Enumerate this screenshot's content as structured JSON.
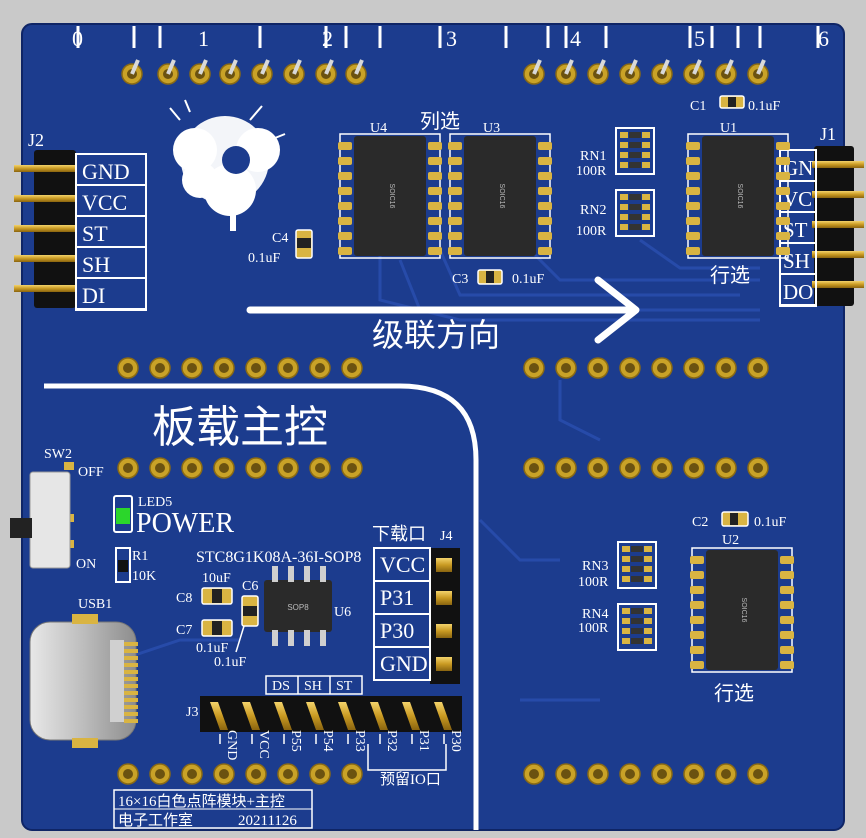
{
  "board": {
    "pcb_color": "#1b3a8c",
    "silk_color": "#ffffff",
    "pad_color": "#c9a227",
    "column_numbers": [
      "0",
      "1",
      "2",
      "3",
      "4",
      "5",
      "6"
    ],
    "headers": {
      "left_pins": [
        "GND",
        "VCC",
        "ST",
        "SH",
        "DI"
      ],
      "left_ref": "J2",
      "right_pins": [
        "GN",
        "VC",
        "ST",
        "SH",
        "DO"
      ],
      "right_ref": "J1",
      "j4_pins": [
        "VCC",
        "P31",
        "P30",
        "GND"
      ],
      "j4_ref": "J4",
      "j4_title": "下载口",
      "j3_ref": "J3",
      "j3_labels": [
        "GND",
        "VCC",
        "P55",
        "P54",
        "P33",
        "P32",
        "P31",
        "P30"
      ],
      "j3_top_labels": [
        "DS",
        "SH",
        "ST"
      ],
      "j3_reserved": "预留IO口"
    },
    "ics": {
      "u4": "U4",
      "u3": "U3",
      "u1": "U1",
      "u2": "U2",
      "u6": "U6",
      "soic": "SOIC16",
      "sop": "SOP8",
      "col_select": "列选",
      "row_select_1": "行选",
      "row_select_2": "行选",
      "mcu": "STC8G1K08A-36I-SOP8"
    },
    "passives": {
      "c1": "C1",
      "c1_val": "0.1uF",
      "c2": "C2",
      "c2_val": "0.1uF",
      "c3": "C3",
      "c3_val": "0.1uF",
      "c4": "C4",
      "c4_val": "0.1uF",
      "c6": "C6",
      "c6_val": "0.1uF",
      "c7": "C7",
      "c7_val": "0.1uF",
      "c8": "C8",
      "c8_val": "10uF",
      "rn1": "RN1",
      "rn1_val": "100R",
      "rn2": "RN2",
      "rn2_val": "100R",
      "rn3": "RN3",
      "rn3_val": "100R",
      "rn4": "RN4",
      "rn4_val": "100R",
      "r1": "R1",
      "r1_val": "10K"
    },
    "misc": {
      "cascade_text": "级联方向",
      "onboard_text": "板载主控",
      "sw_ref": "SW2",
      "sw_off": "OFF",
      "sw_on": "ON",
      "led_ref": "LED5",
      "led_label": "POWER",
      "usb_ref": "USB1",
      "footer_line1": "16×16白色点阵模块+主控",
      "footer_line2": "电子工作室",
      "footer_date": "20211126"
    }
  }
}
